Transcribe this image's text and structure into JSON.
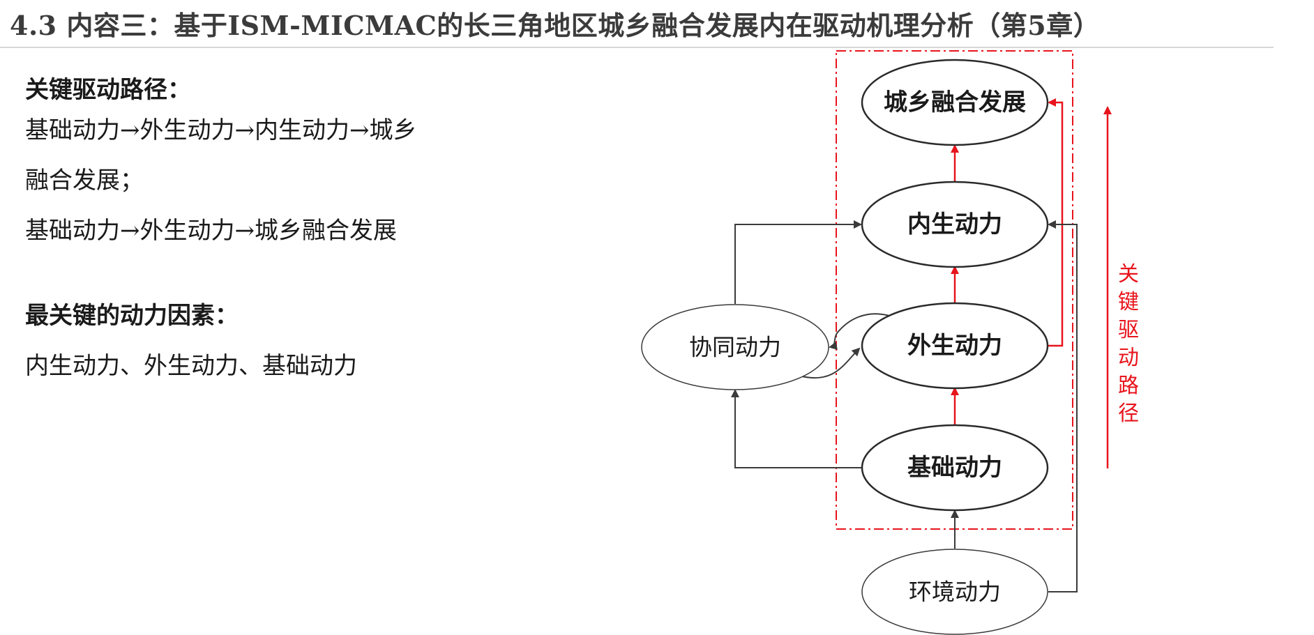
{
  "slide": {
    "title": "4.3 内容三：基于ISM-MICMAC的长三角地区城乡融合发展内在驱动机理分析（第5章）"
  },
  "left_panel": {
    "heading_paths": "关键驱动路径：",
    "path_lines": [
      "基础动力→外生动力→内生动力→城乡",
      "融合发展；",
      "基础动力→外生动力→城乡融合发展"
    ],
    "heading_factors": "最关键的动力因素：",
    "factors": "内生动力、外生动力、基础动力"
  },
  "diagram": {
    "nodes": {
      "urban_rural": "城乡融合发展",
      "endogenous": "内生动力",
      "exogenous": "外生动力",
      "basic": "基础动力",
      "synergy": "协同动力",
      "environment": "环境动力"
    },
    "side_label": "关键驱动路径",
    "colors": {
      "key_path": "#e8141c",
      "edge": "#3a3a3a",
      "node_stroke": "#2a2a2a"
    }
  }
}
